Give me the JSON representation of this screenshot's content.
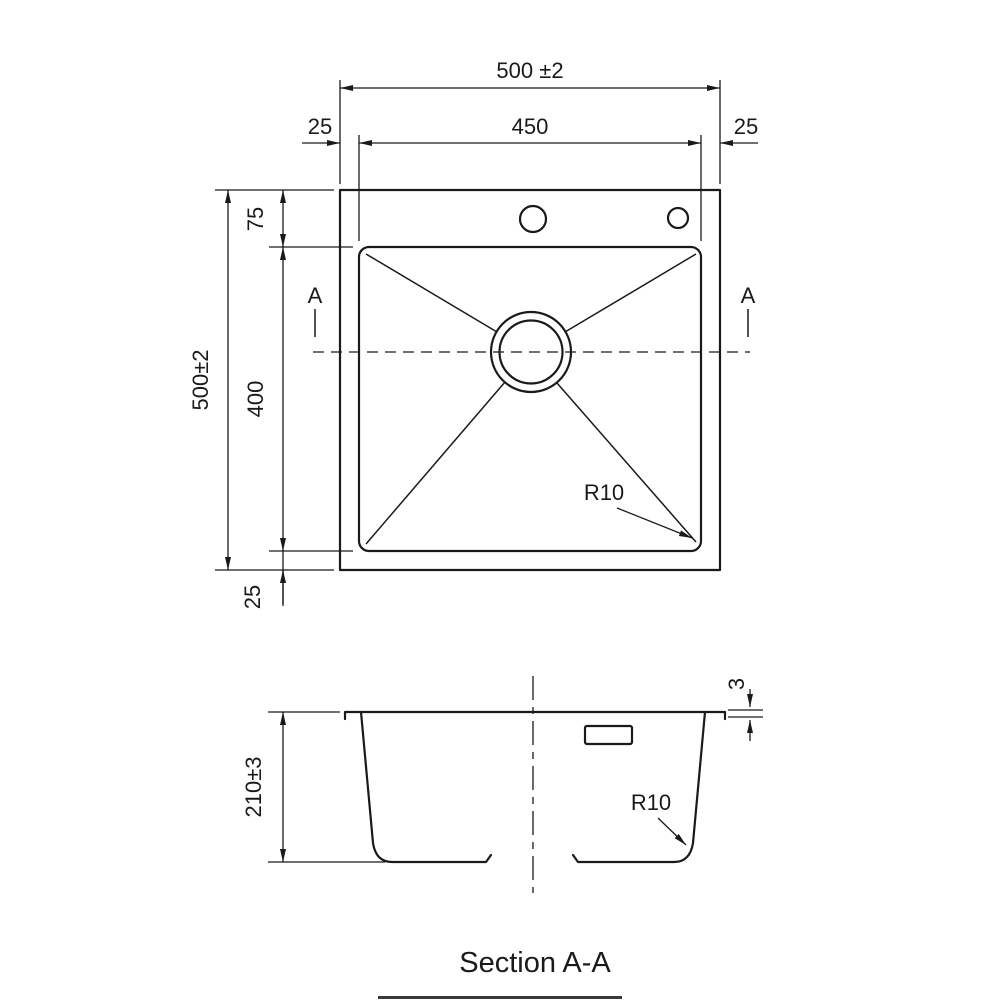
{
  "colors": {
    "line": "#1a1a1a",
    "background": "#ffffff"
  },
  "top_view": {
    "dim_overall_width": "500 ±2",
    "dim_inner_width": "450",
    "dim_margin_left": "25",
    "dim_margin_right": "25",
    "dim_overall_height": "500±2",
    "dim_top_offset": "75",
    "dim_inner_height": "400",
    "dim_bottom_margin": "25",
    "section_marker_left": "A",
    "section_marker_right": "A",
    "corner_radius_label": "R10"
  },
  "section_view": {
    "dim_rim_thickness": "3",
    "dim_depth": "210±3",
    "corner_radius_label": "R10",
    "title": "Section A-A"
  }
}
